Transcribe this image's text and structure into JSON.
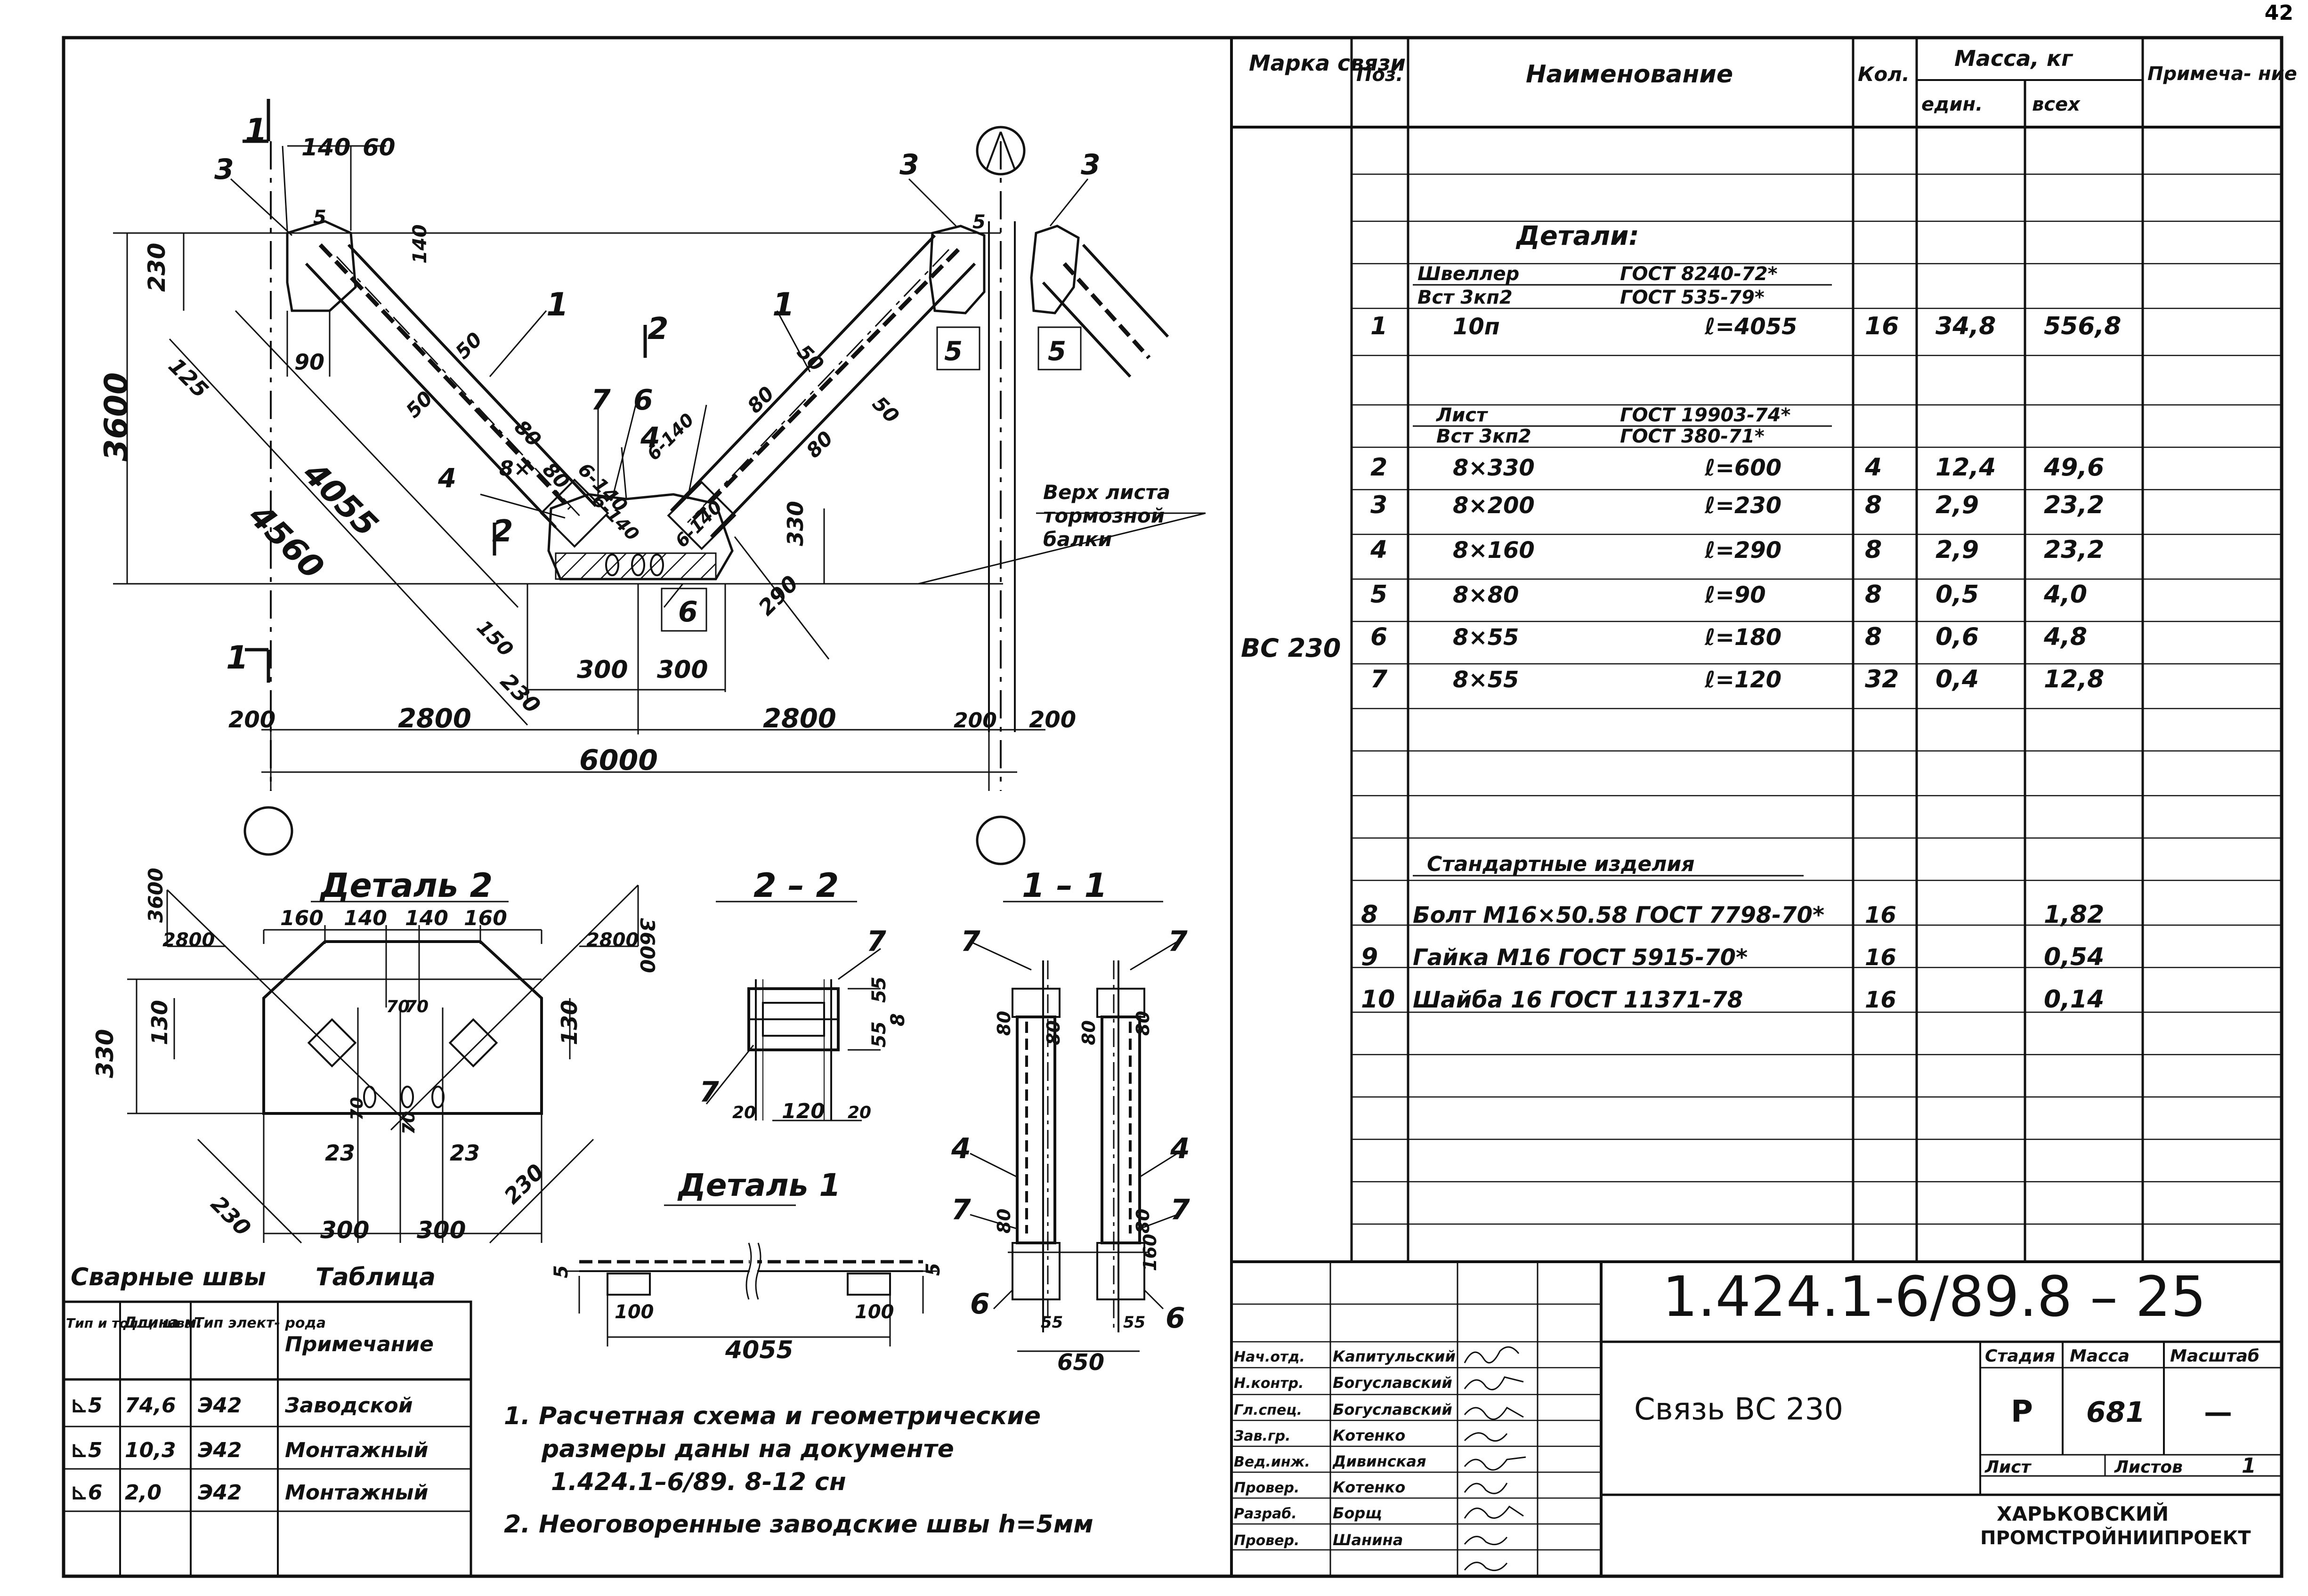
{
  "sheet_number": "42",
  "drawing": {
    "marks": [
      "1",
      "1",
      "2",
      "2",
      "3",
      "3",
      "3",
      "4",
      "4",
      "5",
      "5",
      "6",
      "6",
      "7",
      "1",
      "1"
    ],
    "dims": {
      "d140": "140",
      "d60": "60",
      "d230": "230",
      "d140b": "140",
      "d3600": "3600",
      "d125": "125",
      "d90": "90",
      "d4055": "4055",
      "d4560": "4560",
      "d50a": "50",
      "d50b": "50",
      "d80a": "80",
      "d80b": "80",
      "d8x": "8×",
      "d6140a": "6-140",
      "d6140b": "6-140",
      "d6140c": "6-140",
      "d6140d": "6-140",
      "d150": "150",
      "d230b": "230",
      "d300a": "300",
      "d300b": "300",
      "d330": "330",
      "d290": "290",
      "d200a": "200",
      "d2800a": "2800",
      "d2800b": "2800",
      "d200b": "200",
      "d200c": "200",
      "d6000": "6000",
      "d5a": "5",
      "d5b": "5",
      "d50c": "50",
      "d50d": "50",
      "d80c": "80",
      "d80d": "80"
    },
    "beam_note": [
      "Верх листа",
      "тормозной",
      "балки"
    ]
  },
  "detail2": {
    "title": "Деталь 2",
    "dims": [
      "160",
      "140",
      "140",
      "160",
      "3600",
      "2800",
      "3600",
      "2800",
      "330",
      "130",
      "130",
      "70",
      "70",
      "23",
      "23",
      "230",
      "230",
      "300",
      "300",
      "70",
      "70"
    ]
  },
  "section22": {
    "title": "2 – 2",
    "dims": [
      "55",
      "55",
      "8",
      "20",
      "120",
      "20"
    ],
    "marks": [
      "7",
      "7"
    ]
  },
  "section11": {
    "title": "1 – 1",
    "dims": [
      "80",
      "80",
      "80",
      "80",
      "80",
      "80",
      "55",
      "55",
      "160",
      "650"
    ],
    "marks": [
      "7",
      "7",
      "4",
      "4",
      "7",
      "7",
      "6",
      "6"
    ]
  },
  "detail1": {
    "title": "Деталь 1",
    "dims": [
      "5",
      "5",
      "100",
      "100",
      "4055"
    ]
  },
  "weld_table": {
    "caption_left": "Сварные швы",
    "caption_right": "Таблица",
    "headers": [
      "Тип и толщ. шва",
      "Длина м.",
      "Тип элект- рода",
      "Примечание"
    ],
    "rows": [
      [
        "⊾5",
        "74,6",
        "Э42",
        "Заводской"
      ],
      [
        "⊾5",
        "10,3",
        "Э42",
        "Монтажный"
      ],
      [
        "⊾6",
        "2,0",
        "Э42",
        "Монтажный"
      ]
    ]
  },
  "notes": [
    "1. Расчетная схема и геометрические",
    "размеры даны на документе",
    "1.424.1–6/89. 8-12 сн",
    "2. Неоговоренные заводские швы h=5мм"
  ],
  "spec": {
    "headers": {
      "mark": "Марка связи",
      "pos": "Поз.",
      "name": "Наименование",
      "qty": "Кол.",
      "mass": "Масса, кг",
      "unit": "един.",
      "total": "всех",
      "note": "Примеча- ние"
    },
    "mark_value": "ВС 230",
    "section_details": "Детали:",
    "channel_line1": [
      "Швеллер",
      "ГОСТ 8240-72*"
    ],
    "channel_line2": [
      "Вст 3кп2",
      "ГОСТ 535-79*"
    ],
    "sheet_line1": [
      "Лист",
      "ГОСТ 19903-74*"
    ],
    "sheet_line2": [
      "Вст 3кп2",
      "ГОСТ 380-71*"
    ],
    "section_std": "Стандартные изделия",
    "rows": [
      {
        "pos": "1",
        "name": "10п",
        "len": "ℓ=4055",
        "qty": "16",
        "unit": "34,8",
        "total": "556,8"
      },
      {
        "pos": "2",
        "name": "8×330",
        "len": "ℓ=600",
        "qty": "4",
        "unit": "12,4",
        "total": "49,6"
      },
      {
        "pos": "3",
        "name": "8×200",
        "len": "ℓ=230",
        "qty": "8",
        "unit": "2,9",
        "total": "23,2"
      },
      {
        "pos": "4",
        "name": "8×160",
        "len": "ℓ=290",
        "qty": "8",
        "unit": "2,9",
        "total": "23,2"
      },
      {
        "pos": "5",
        "name": "8×80",
        "len": "ℓ=90",
        "qty": "8",
        "unit": "0,5",
        "total": "4,0"
      },
      {
        "pos": "6",
        "name": "8×55",
        "len": "ℓ=180",
        "qty": "8",
        "unit": "0,6",
        "total": "4,8"
      },
      {
        "pos": "7",
        "name": "8×55",
        "len": "ℓ=120",
        "qty": "32",
        "unit": "0,4",
        "total": "12,8"
      }
    ],
    "std_rows": [
      {
        "pos": "8",
        "name": "Болт М16×50.58 ГОСТ 7798-70*",
        "qty": "16",
        "total": "1,82"
      },
      {
        "pos": "9",
        "name": "Гайка М16 ГОСТ 5915-70*",
        "qty": "16",
        "total": "0,54"
      },
      {
        "pos": "10",
        "name": "Шайба 16 ГОСТ 11371-78",
        "qty": "16",
        "total": "0,14"
      }
    ]
  },
  "title_block": {
    "code": "1.424.1-6/89.8 – 25",
    "title": "Связь ВС 230",
    "stage_label": "Стадия",
    "mass_label": "Масса",
    "scale_label": "Масштаб",
    "stage": "Р",
    "mass": "681",
    "scale": "—",
    "sheet_label": "Лист",
    "sheets_label": "Листов",
    "sheets": "1",
    "org": [
      "ХАРЬКОВСКИЙ",
      "ПРОМСТРОЙНИИПРОЕКТ"
    ],
    "people": [
      [
        "Нач.отд.",
        "Капитульский"
      ],
      [
        "Н.контр.",
        "Богуславский"
      ],
      [
        "Гл.спец.",
        "Богуславский"
      ],
      [
        "Зав.гр.",
        "Котенко"
      ],
      [
        "Вед.инж.",
        "Дивинская"
      ],
      [
        "Провер.",
        "Котенко"
      ],
      [
        "Разраб.",
        "Борщ"
      ],
      [
        "Провер.",
        "Шанина"
      ]
    ]
  }
}
